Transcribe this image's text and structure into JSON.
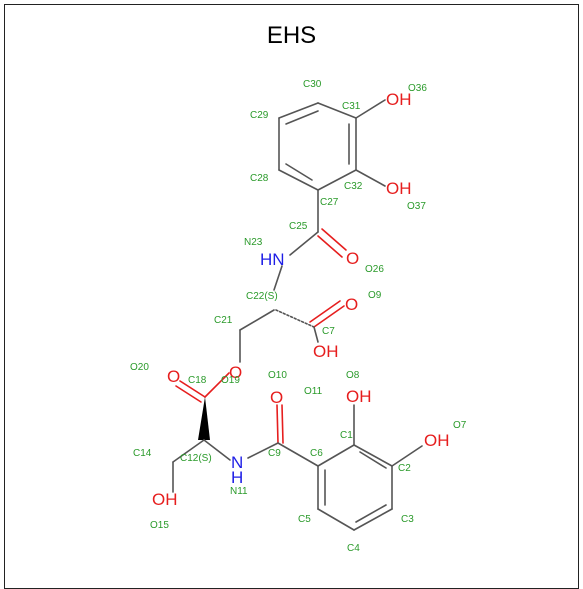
{
  "title": "EHS",
  "colors": {
    "carbon_bond": "#555555",
    "oxygen": "#e61e1e",
    "nitrogen": "#1e1ee6",
    "atom_label": "#2a9a2a"
  },
  "atom_symbols": {
    "o36": "OH",
    "o37": "OH",
    "n23": "HN",
    "o26": "O",
    "o9": "O",
    "o8": "OH",
    "o19": "O",
    "o20": "O",
    "o10": "O",
    "n11": "N\nH",
    "o15": "OH",
    "h1": "OH",
    "h2": "OH"
  },
  "atom_labels": {
    "c30": "C30",
    "o36": "O36",
    "c31": "C31",
    "c29": "C29",
    "c28": "C28",
    "c32": "C32",
    "c27": "C27",
    "o37": "O37",
    "c25": "C25",
    "n23": "N23",
    "o26": "O26",
    "c22": "C22(S)",
    "o9": "O9",
    "c21": "C21",
    "c7": "C7",
    "o20": "O20",
    "c18": "C18",
    "o19": "O19",
    "o10": "O10",
    "o8": "O8",
    "o11": "O11",
    "c1": "C1",
    "o7": "O7",
    "c14": "C14",
    "c12": "C12(S)",
    "c9": "C9",
    "c6": "C6",
    "c2": "C2",
    "n11": "N11",
    "o15": "O15",
    "c5": "C5",
    "c3": "C3",
    "c4": "C4"
  }
}
